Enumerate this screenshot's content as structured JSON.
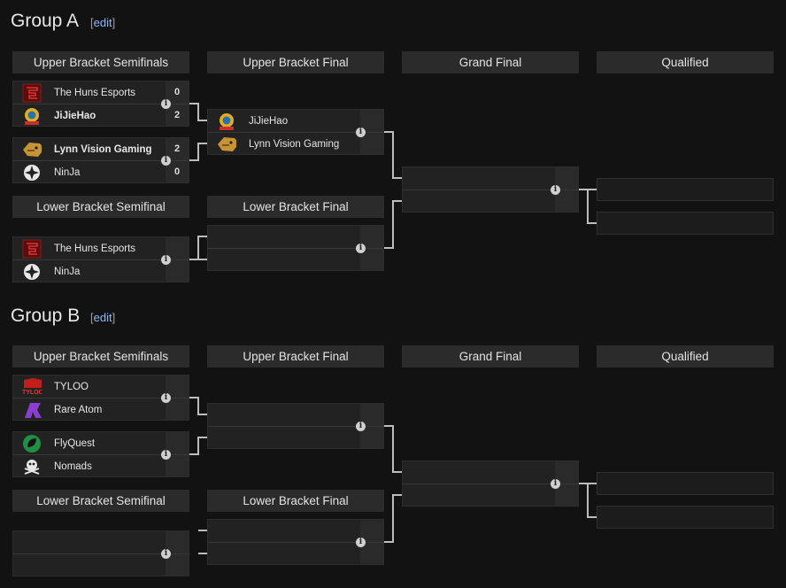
{
  "groups": [
    {
      "title": "Group A",
      "edit": "edit",
      "rounds": [
        "Upper Bracket Semifinals",
        "Upper Bracket Final",
        "Grand Final",
        "Qualified"
      ],
      "lower_rounds": [
        "Lower Bracket Semifinal",
        "Lower Bracket Final"
      ],
      "matches": {
        "ub_sf1": {
          "team1": {
            "name": "The Huns Esports",
            "score": "0",
            "logo": "huns-logo"
          },
          "team2": {
            "name": "JiJieHao",
            "score": "2",
            "logo": "jijiehao-logo"
          }
        },
        "ub_sf2": {
          "team1": {
            "name": "Lynn Vision Gaming",
            "score": "2",
            "logo": "lynn-vision-logo"
          },
          "team2": {
            "name": "NinJa",
            "score": "0",
            "logo": "ninja-logo"
          }
        },
        "ub_f": {
          "team1": {
            "name": "JiJieHao",
            "logo": "jijiehao-logo"
          },
          "team2": {
            "name": "Lynn Vision Gaming",
            "logo": "lynn-vision-logo"
          }
        },
        "lb_sf": {
          "team1": {
            "name": "The Huns Esports",
            "logo": "huns-logo"
          },
          "team2": {
            "name": "NinJa",
            "logo": "ninja-logo"
          }
        }
      }
    },
    {
      "title": "Group B",
      "edit": "edit",
      "rounds": [
        "Upper Bracket Semifinals",
        "Upper Bracket Final",
        "Grand Final",
        "Qualified"
      ],
      "lower_rounds": [
        "Lower Bracket Semifinal",
        "Lower Bracket Final"
      ],
      "matches": {
        "ub_sf1": {
          "team1": {
            "name": "TYLOO",
            "logo": "tyloo-logo"
          },
          "team2": {
            "name": "Rare Atom",
            "logo": "rare-atom-logo"
          }
        },
        "ub_sf2": {
          "team1": {
            "name": "FlyQuest",
            "logo": "flyquest-logo"
          },
          "team2": {
            "name": "Nomads",
            "logo": "nomads-logo"
          }
        }
      }
    }
  ],
  "info_glyph": "i",
  "colors": {
    "background": "#121212",
    "header": "#2b2b2b",
    "match": "#222222",
    "line": "#bdbdbd",
    "link": "#8fb8ff"
  }
}
